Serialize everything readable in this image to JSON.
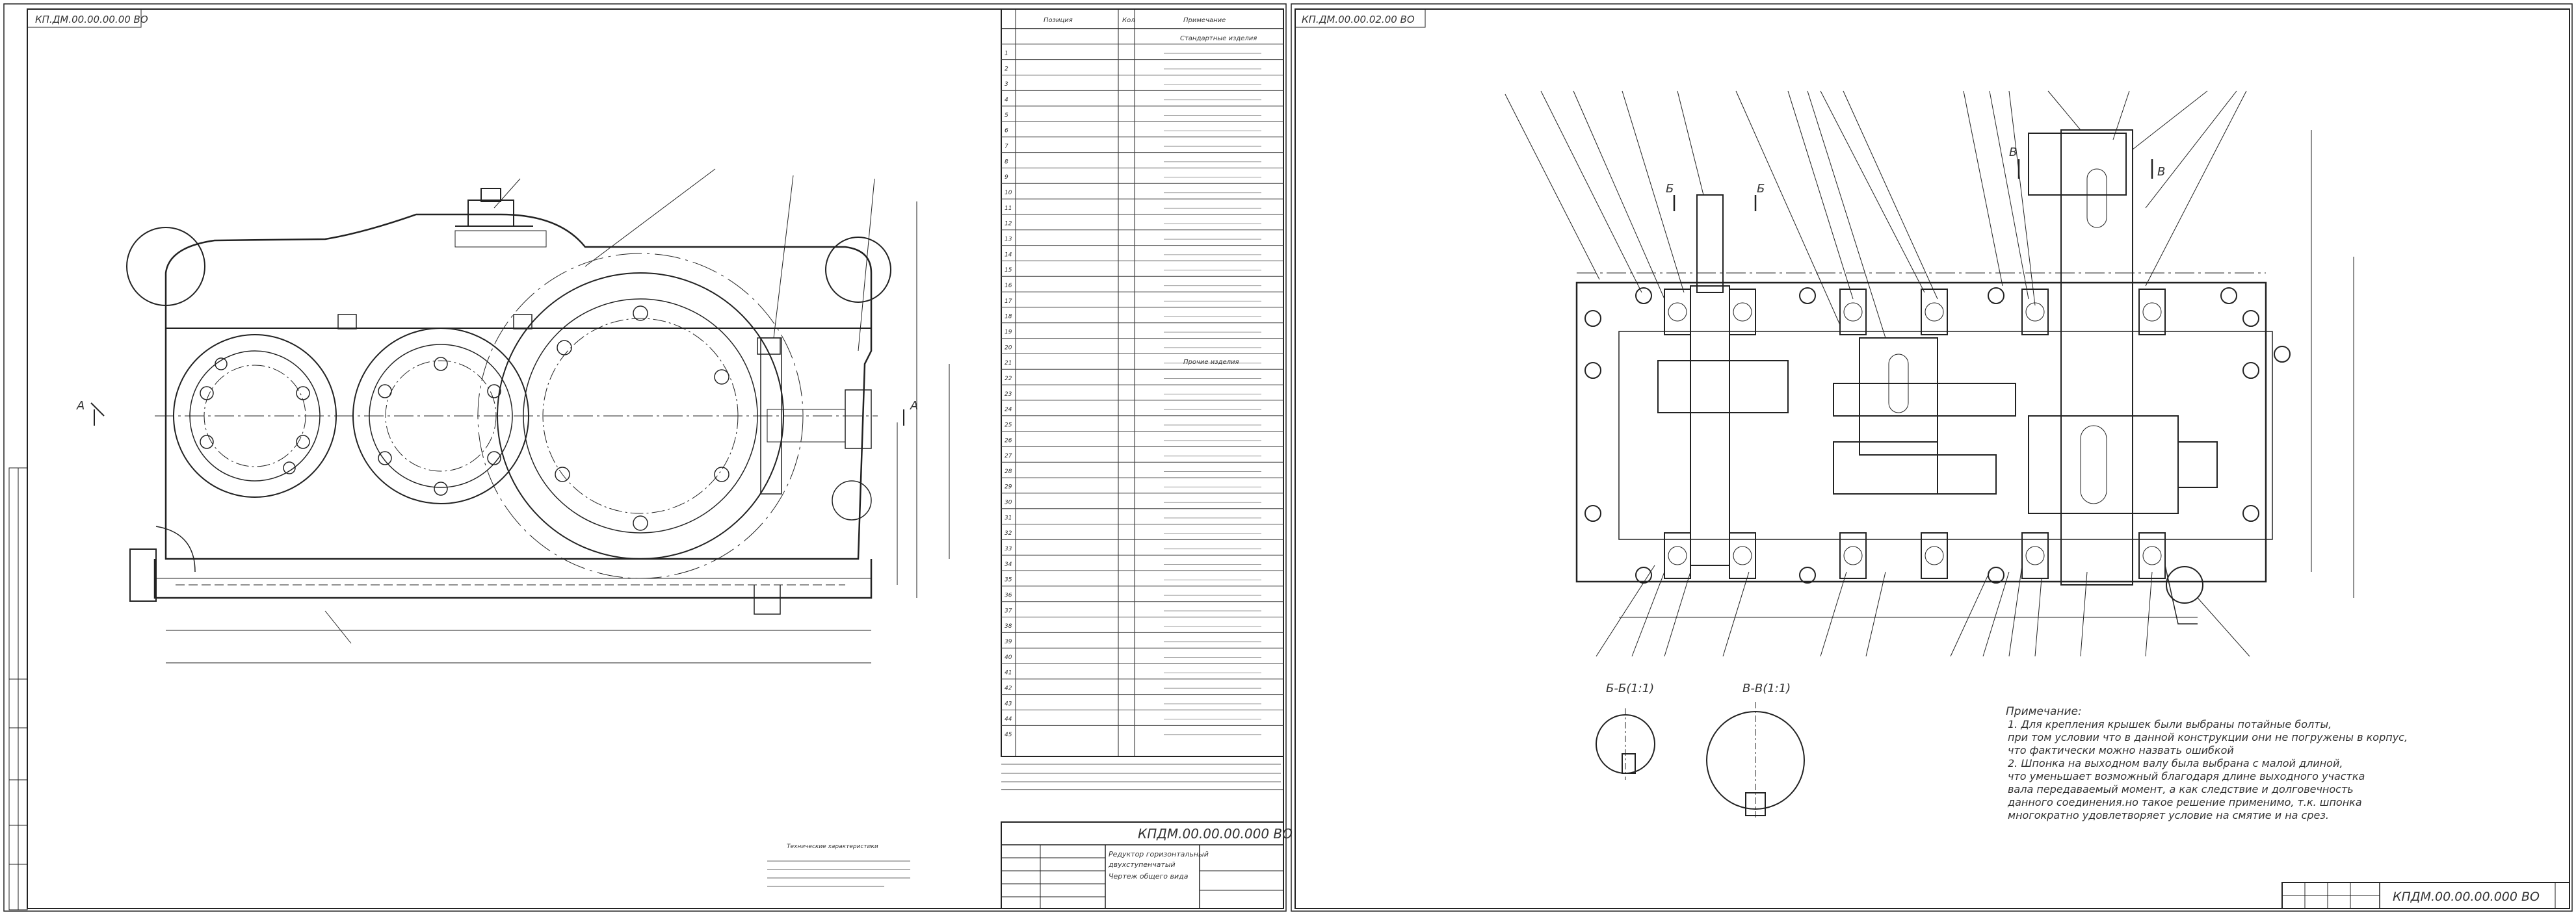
{
  "sheet1": {
    "stamp": "КП.ДМ.00.00.00.00 ВО",
    "view_label": "А",
    "title_code": "КПДМ.00.00.00.000 ВО",
    "title_name_1": "Редуктор горизонтальный",
    "title_name_2": "двухступенчатый",
    "title_name_3": "Чертеж общего вида",
    "tech_req_title": "Технические характеристики",
    "spec_headers": [
      "Позиция",
      "Кол",
      "Примечание"
    ],
    "spec_section_1": "Стандартные изделия",
    "spec_section_2": "Прочие изделия",
    "spec_rows": [
      "1",
      "2",
      "3",
      "4",
      "5",
      "6",
      "7",
      "8",
      "9",
      "10",
      "11",
      "12",
      "13",
      "14",
      "15",
      "16",
      "17",
      "18",
      "19",
      "20",
      "21",
      "22",
      "23",
      "24",
      "25",
      "26",
      "27",
      "28",
      "29",
      "30",
      "31",
      "32",
      "33",
      "34",
      "35",
      "36",
      "37",
      "38",
      "39",
      "40",
      "41",
      "42",
      "43",
      "44",
      "45"
    ]
  },
  "sheet2": {
    "stamp": "КП.ДМ.00.00.02.00 ВО",
    "title_code": "КПДМ.00.00.00.000 ВО",
    "section_bb": "Б-Б(1:1)",
    "section_vv": "В-В(1:1)",
    "section_marks": [
      "Б",
      "Б",
      "В",
      "В"
    ],
    "notes_title": "Примечание:",
    "notes": [
      "1. Для крепления крышек были выбраны потайные болты,",
      "при том условии что в данной конструкции они не погружены в корпус,",
      "что фактически можно назвать ошибкой",
      "2. Шпонка на выходном валу была выбрана с малой длиной,",
      "что уменьшает возможный благодаря длине выходного участка",
      "вала передаваемый момент, а как следствие и долговечность",
      "данного соединения.но такое решение применимо, т.к. шпонка",
      "многократно удовлетворяет условие на смятие и на срез."
    ]
  }
}
